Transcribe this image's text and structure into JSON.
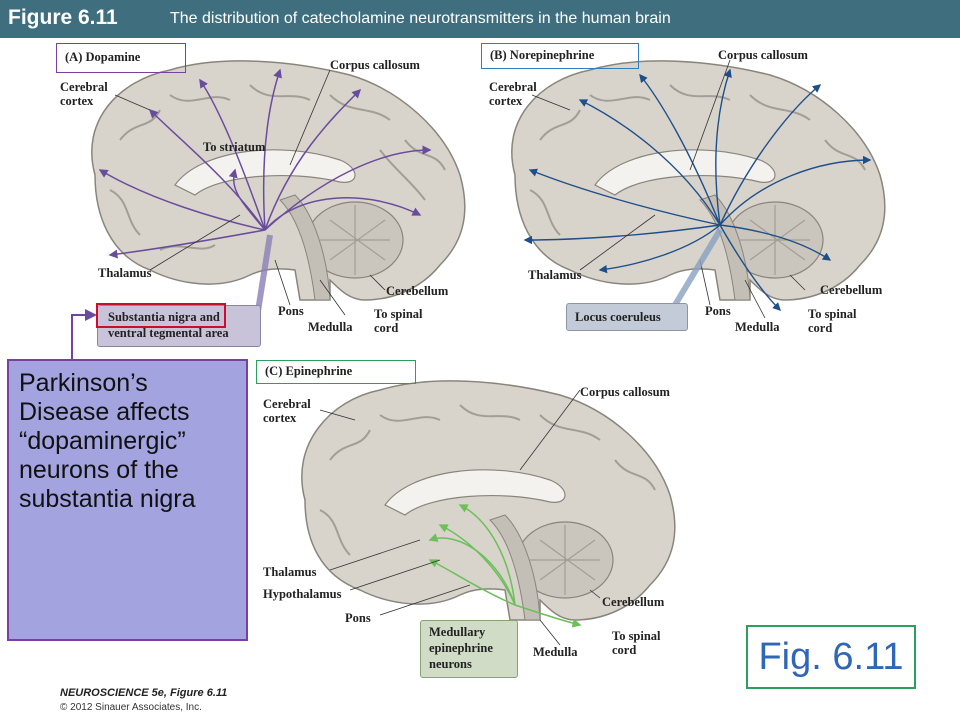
{
  "header": {
    "figure_number": "Figure 6.11",
    "caption": "The distribution of catecholamine neurotransmitters in the human brain"
  },
  "panel_a": {
    "title": "(A) Dopamine",
    "labels": {
      "cerebral_cortex_1": "Cerebral",
      "cerebral_cortex_2": "cortex",
      "corpus_callosum": "Corpus callosum",
      "to_striatum": "To striatum",
      "thalamus": "Thalamus",
      "pons": "Pons",
      "medulla": "Medulla",
      "cerebellum": "Cerebellum",
      "spinal_1": "To spinal",
      "spinal_2": "cord",
      "origin_1": "Substantia nigra and",
      "origin_2": "ventral tegmental area"
    }
  },
  "panel_b": {
    "title": "(B) Norepinephrine",
    "labels": {
      "cerebral_cortex_1": "Cerebral",
      "cerebral_cortex_2": "cortex",
      "corpus_callosum": "Corpus callosum",
      "thalamus": "Thalamus",
      "pons": "Pons",
      "medulla": "Medulla",
      "cerebellum": "Cerebellum",
      "spinal_1": "To spinal",
      "spinal_2": "cord",
      "origin": "Locus coeruleus"
    }
  },
  "panel_c": {
    "title": "(C) Epinephrine",
    "labels": {
      "cerebral_cortex_1": "Cerebral",
      "cerebral_cortex_2": "cortex",
      "corpus_callosum": "Corpus callosum",
      "thalamus": "Thalamus",
      "hypothalamus": "Hypothalamus",
      "pons": "Pons",
      "medulla": "Medulla",
      "cerebellum": "Cerebellum",
      "spinal_1": "To spinal",
      "spinal_2": "cord",
      "origin_1": "Medullary",
      "origin_2": "epinephrine",
      "origin_3": "neurons"
    }
  },
  "callout": {
    "text": "Parkinson’s Disease affects “dopaminergic” neurons of the substantia nigra"
  },
  "fig_ref": "Fig. 6.11",
  "footer": {
    "book": "NEUROSCIENCE 5e, Figure 6.11",
    "copyright": "© 2012 Sinauer Associates, Inc."
  },
  "colors": {
    "header_bg": "#3f6f7f",
    "dopamine": "#6a4c9c",
    "norepinephrine": "#1f4f8a",
    "epinephrine": "#6cbf5a",
    "callout_bg": "#a3a3e0",
    "highlight_red": "#c8102e",
    "fig_ref_text": "#2f66b8"
  }
}
